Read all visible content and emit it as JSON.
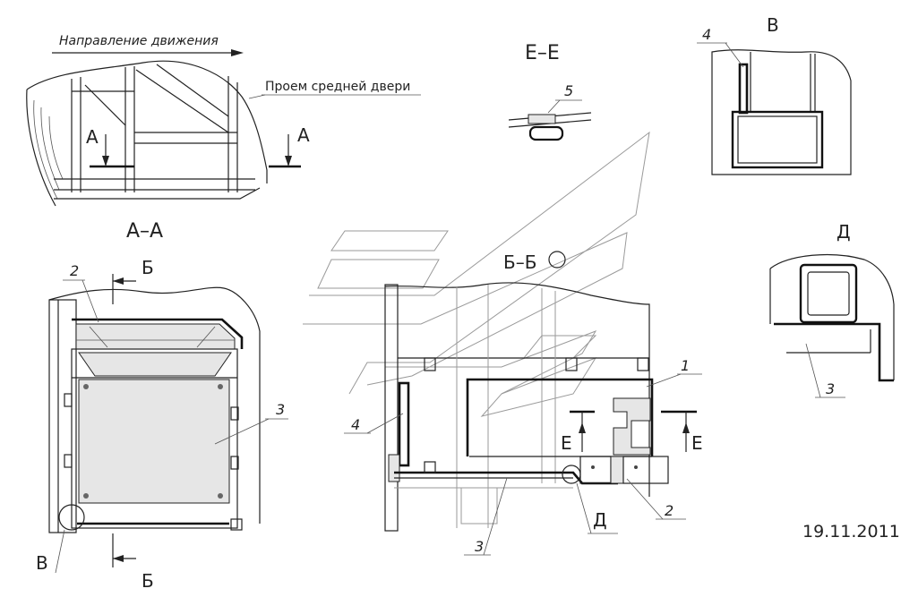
{
  "labels": {
    "direction": "Направление движения",
    "door_opening": "Проем средней двери",
    "sec_aa": "А–А",
    "sec_ee": "Е–Е",
    "sec_bb": "Б–Б",
    "view_v": "В",
    "view_d": "Д",
    "cut_a": "А",
    "cut_b": "Б",
    "cut_e": "Е",
    "n1": "1",
    "n2": "2",
    "n3": "3",
    "n4": "4",
    "n5": "5",
    "date": "19.11.2011"
  }
}
